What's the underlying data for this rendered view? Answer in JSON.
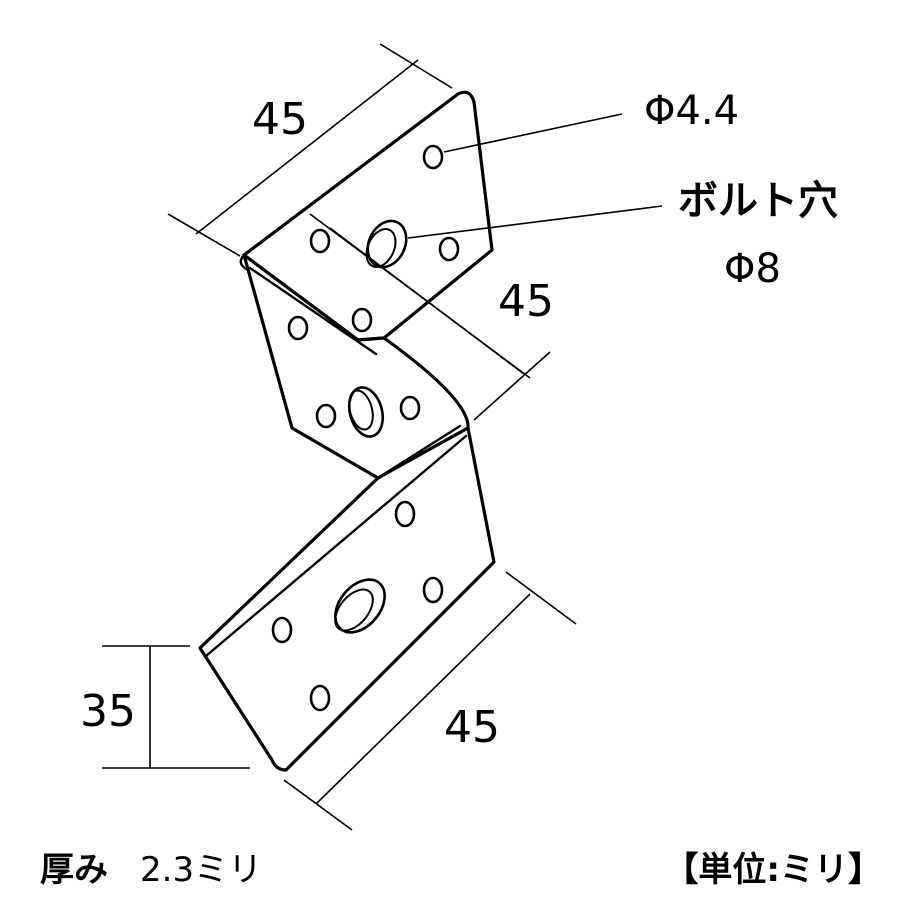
{
  "diagram": {
    "subject": "Z-shaped metal bracket with bolt and screw holes",
    "dimensions": {
      "top_width": "45",
      "middle_depth": "45",
      "bottom_width": "45",
      "height": "35"
    },
    "callouts": {
      "small_hole": "Φ4.4",
      "bolt_hole_label": "ボルト穴",
      "bolt_hole_size": "Φ8"
    }
  },
  "footer": {
    "thickness_label": "厚み",
    "thickness_value": "2.3ミリ",
    "unit_note": "【単位:ミリ】"
  },
  "colors": {
    "line": "#000000",
    "background": "#ffffff"
  }
}
